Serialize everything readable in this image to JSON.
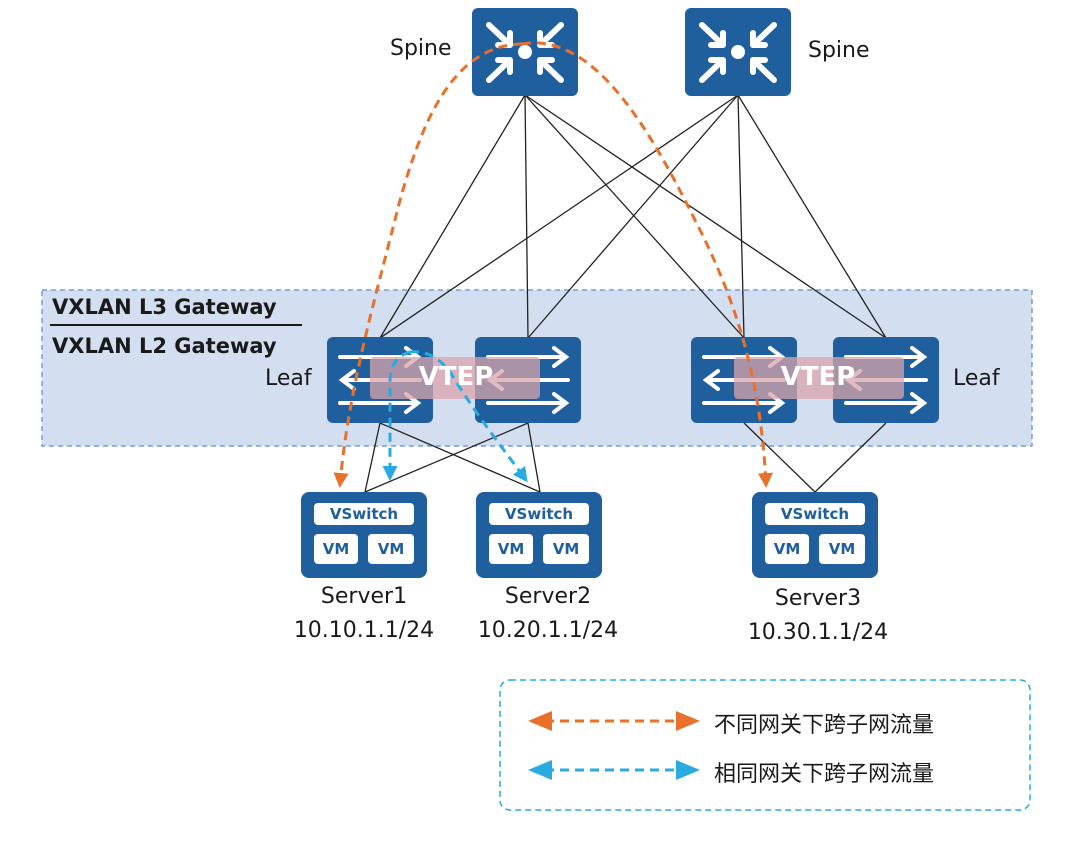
{
  "diagram": {
    "spine_label": "Spine",
    "leaf_label": "Leaf",
    "vtep_label": "VTEP",
    "gateway_l3": "VXLAN L3 Gateway",
    "gateway_l2": "VXLAN L2 Gateway",
    "vswitch_label": "VSwitch",
    "vm_label": "VM",
    "servers": [
      {
        "name": "Server1",
        "ip": "10.10.1.1/24"
      },
      {
        "name": "Server2",
        "ip": "10.20.1.1/24"
      },
      {
        "name": "Server3",
        "ip": "10.30.1.1/24"
      }
    ]
  },
  "legend": {
    "items": [
      {
        "label": "不同网关下跨子网流量",
        "color": "#e8702a"
      },
      {
        "label": "相同网关下跨子网流量",
        "color": "#29abe2"
      }
    ]
  },
  "colors": {
    "device_blue": "#1f5f9d",
    "zone_fill": "#d3dff0",
    "zone_border": "#6e9fd0",
    "orange_flow": "#e8702a",
    "blue_flow": "#29abe2"
  }
}
